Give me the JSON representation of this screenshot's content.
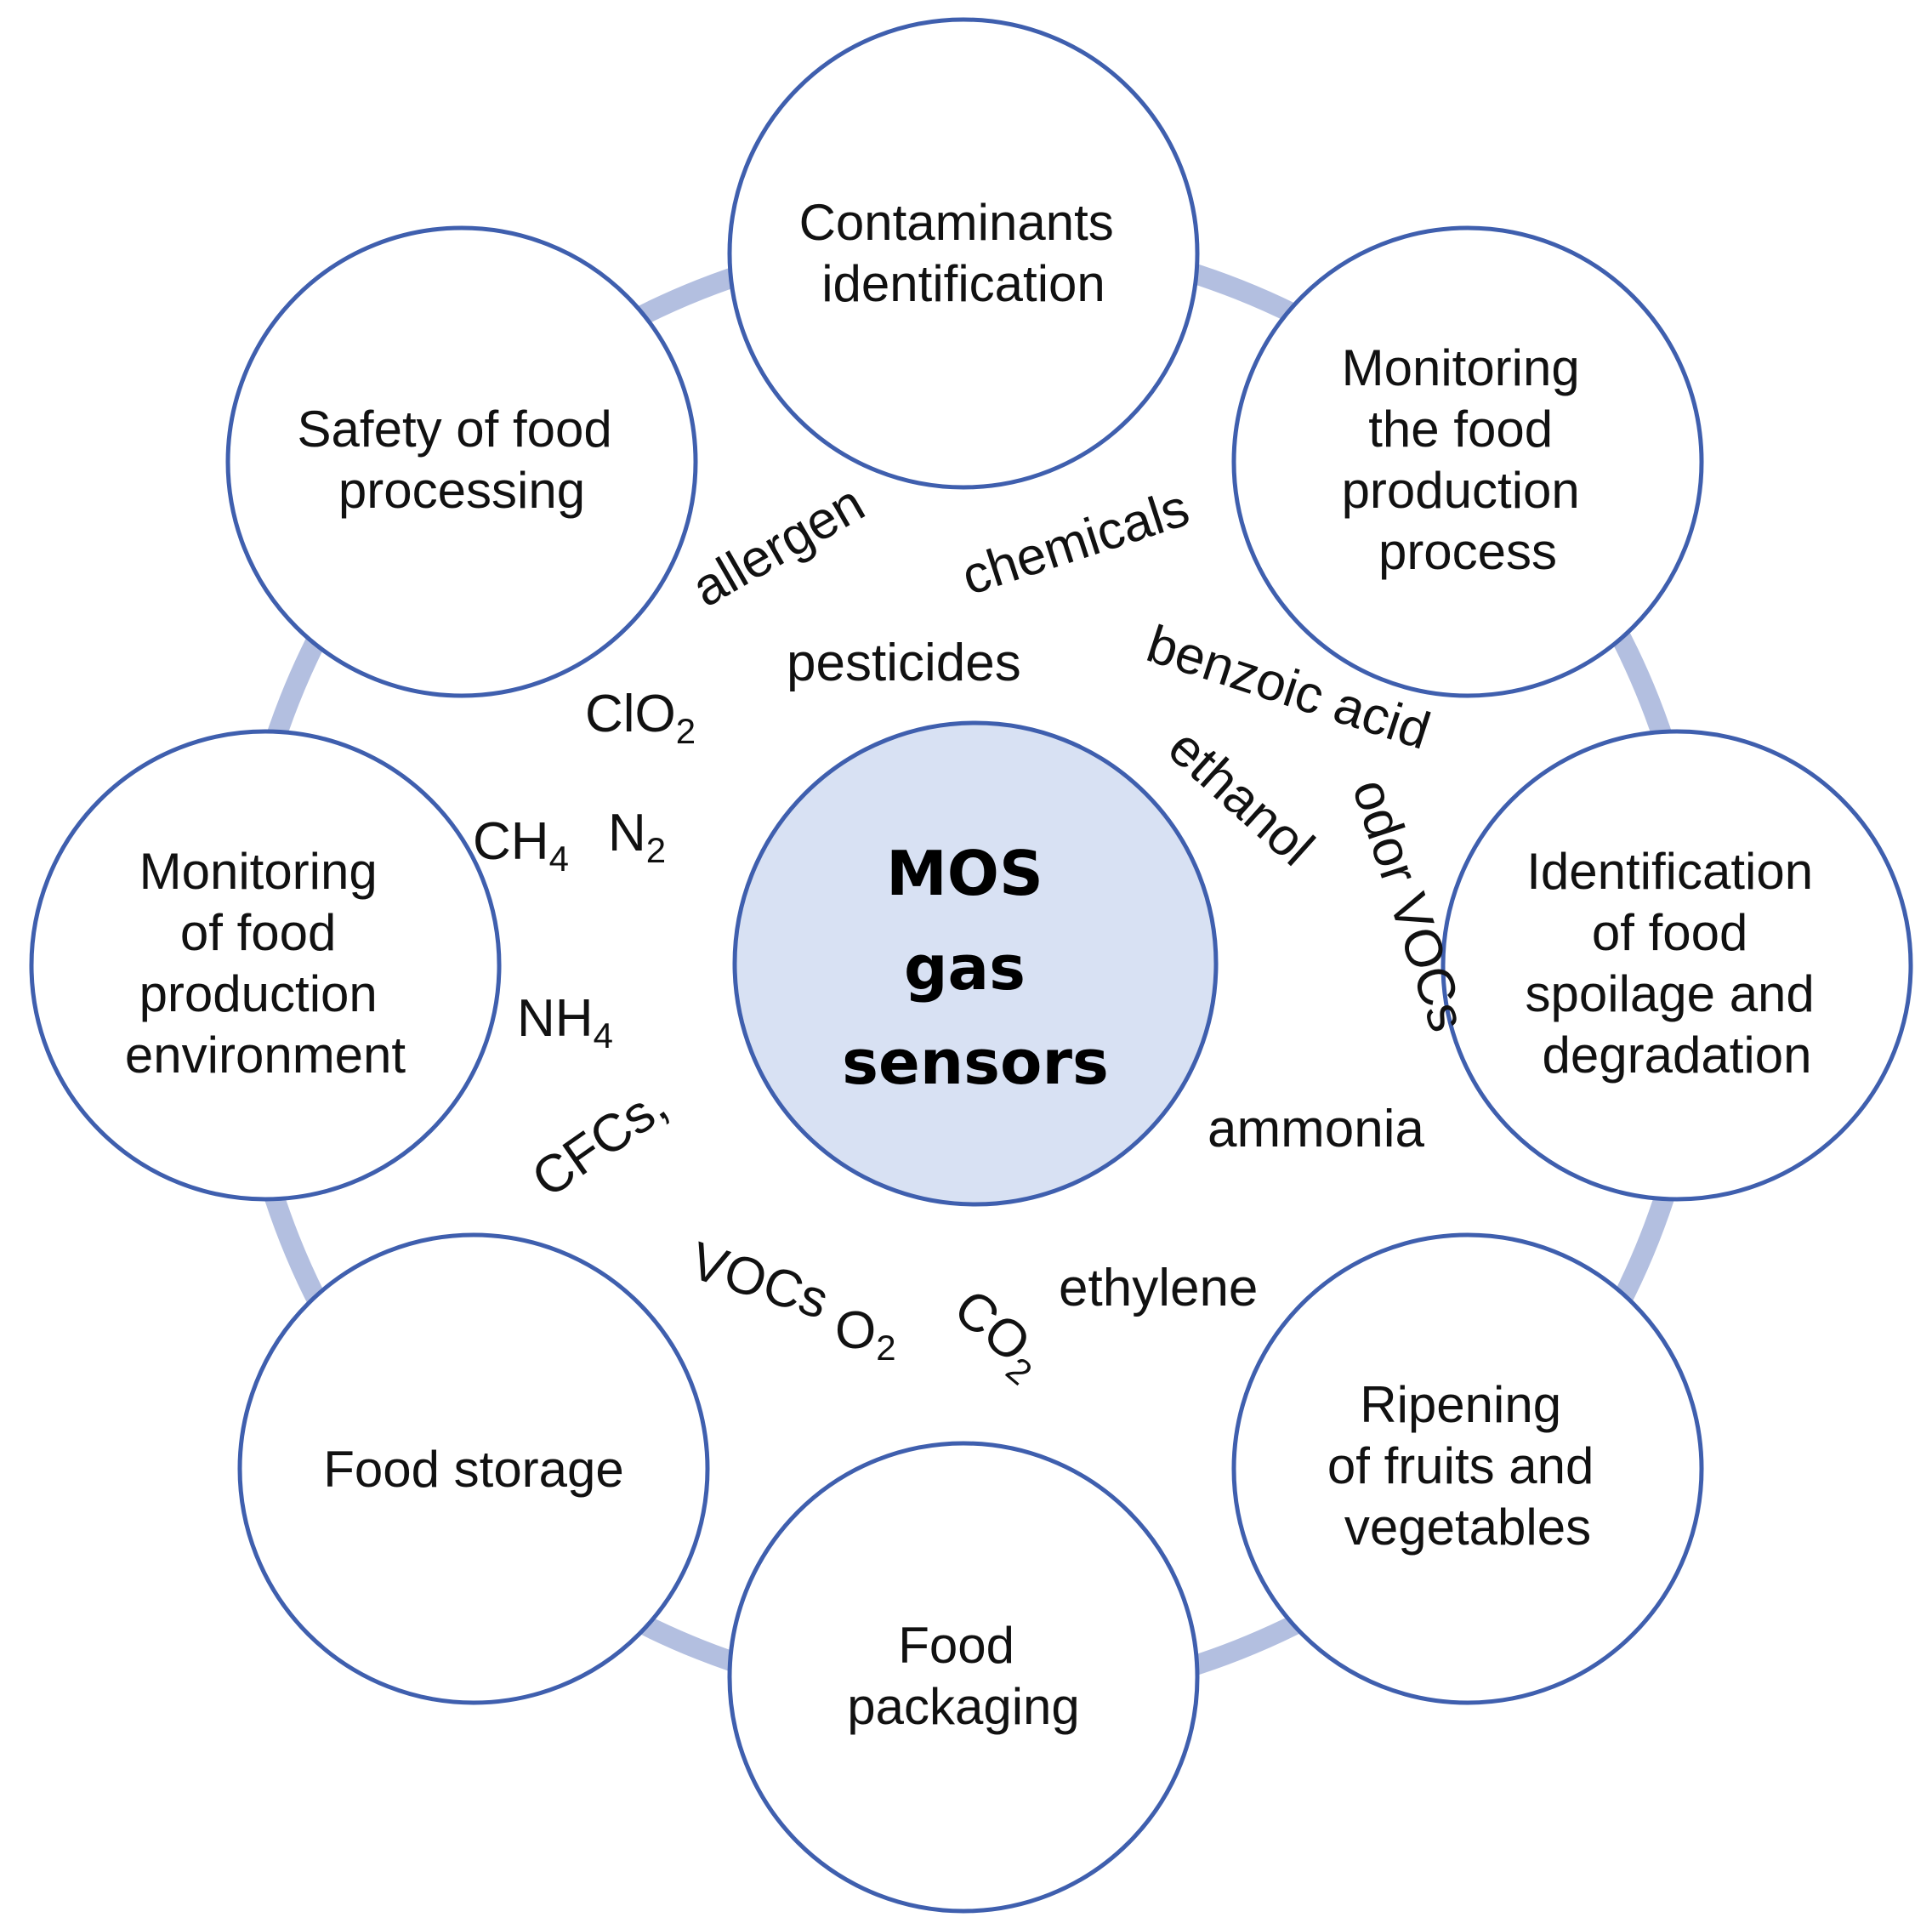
{
  "center": {
    "lines": [
      "MOS",
      "gas",
      "sensors"
    ]
  },
  "nodes": [
    {
      "id": "contaminants",
      "lines": [
        "Contaminants",
        "identification"
      ]
    },
    {
      "id": "monitoring-process",
      "lines": [
        "Monitoring",
        "the food",
        "production",
        "process"
      ]
    },
    {
      "id": "spoilage",
      "lines": [
        "Identification",
        "of food",
        "spoilage and",
        "degradation"
      ]
    },
    {
      "id": "ripening",
      "lines": [
        "Ripening",
        "of fruits and",
        "vegetables"
      ]
    },
    {
      "id": "packaging",
      "lines": [
        "Food",
        "packaging"
      ]
    },
    {
      "id": "storage",
      "lines": [
        "Food storage"
      ]
    },
    {
      "id": "environment",
      "lines": [
        "Monitoring",
        "of food",
        "production",
        "environment"
      ]
    },
    {
      "id": "safety",
      "lines": [
        "Safety of food",
        "processing"
      ]
    }
  ],
  "terms": {
    "allergen": "allergen",
    "chemicals": "chemicals",
    "pesticides": "pesticides",
    "benzoic_acid": "benzoic acid",
    "ethanol": "ethanol",
    "odor_vocs": "odor VOCs",
    "ammonia": "ammonia",
    "ethylene": "ethylene",
    "vocs": "VOCs",
    "cfcs": "CFCs,",
    "clo2": {
      "base": "ClO",
      "sub": "2"
    },
    "ch4": {
      "base": "CH",
      "sub": "4"
    },
    "n2": {
      "base": "N",
      "sub": "2"
    },
    "nh4": {
      "base": "NH",
      "sub": "4"
    },
    "o2": {
      "base": "O",
      "sub": "2"
    },
    "co2": {
      "base": "CO",
      "sub": "2"
    }
  },
  "colors": {
    "circle_stroke": "#3f5fae",
    "center_fill": "#d8e1f3",
    "ring_band": "#b3bfe0",
    "text": "#111111"
  }
}
